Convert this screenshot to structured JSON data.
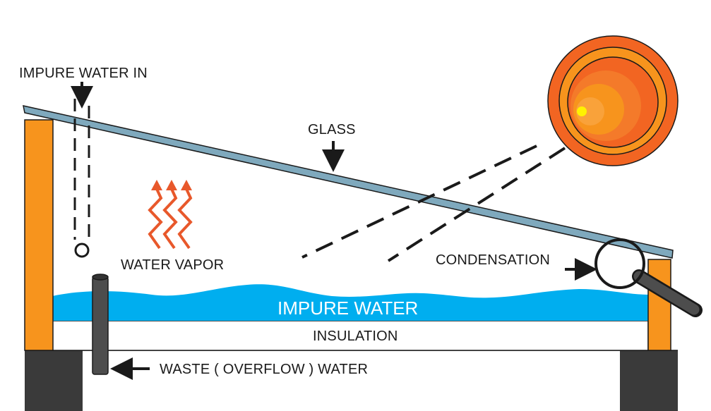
{
  "labels": {
    "impure_water_in": "IMPURE WATER IN",
    "glass": "GLASS",
    "water_vapor": "WATER VAPOR",
    "condensation": "CONDENSATION",
    "impure_water": "IMPURE WATER",
    "insulation": "INSULATION",
    "waste_water": "WASTE ( OVERFLOW ) WATER"
  },
  "colors": {
    "post": "#F7941D",
    "base_block": "#3A3A3A",
    "glass": "#7FA9BD",
    "water": "#00AEEF",
    "vapor": "#E8582B",
    "sun_outer": "#F26522",
    "sun_inner": "#F7941D",
    "pipe": "#4D4D4D"
  }
}
